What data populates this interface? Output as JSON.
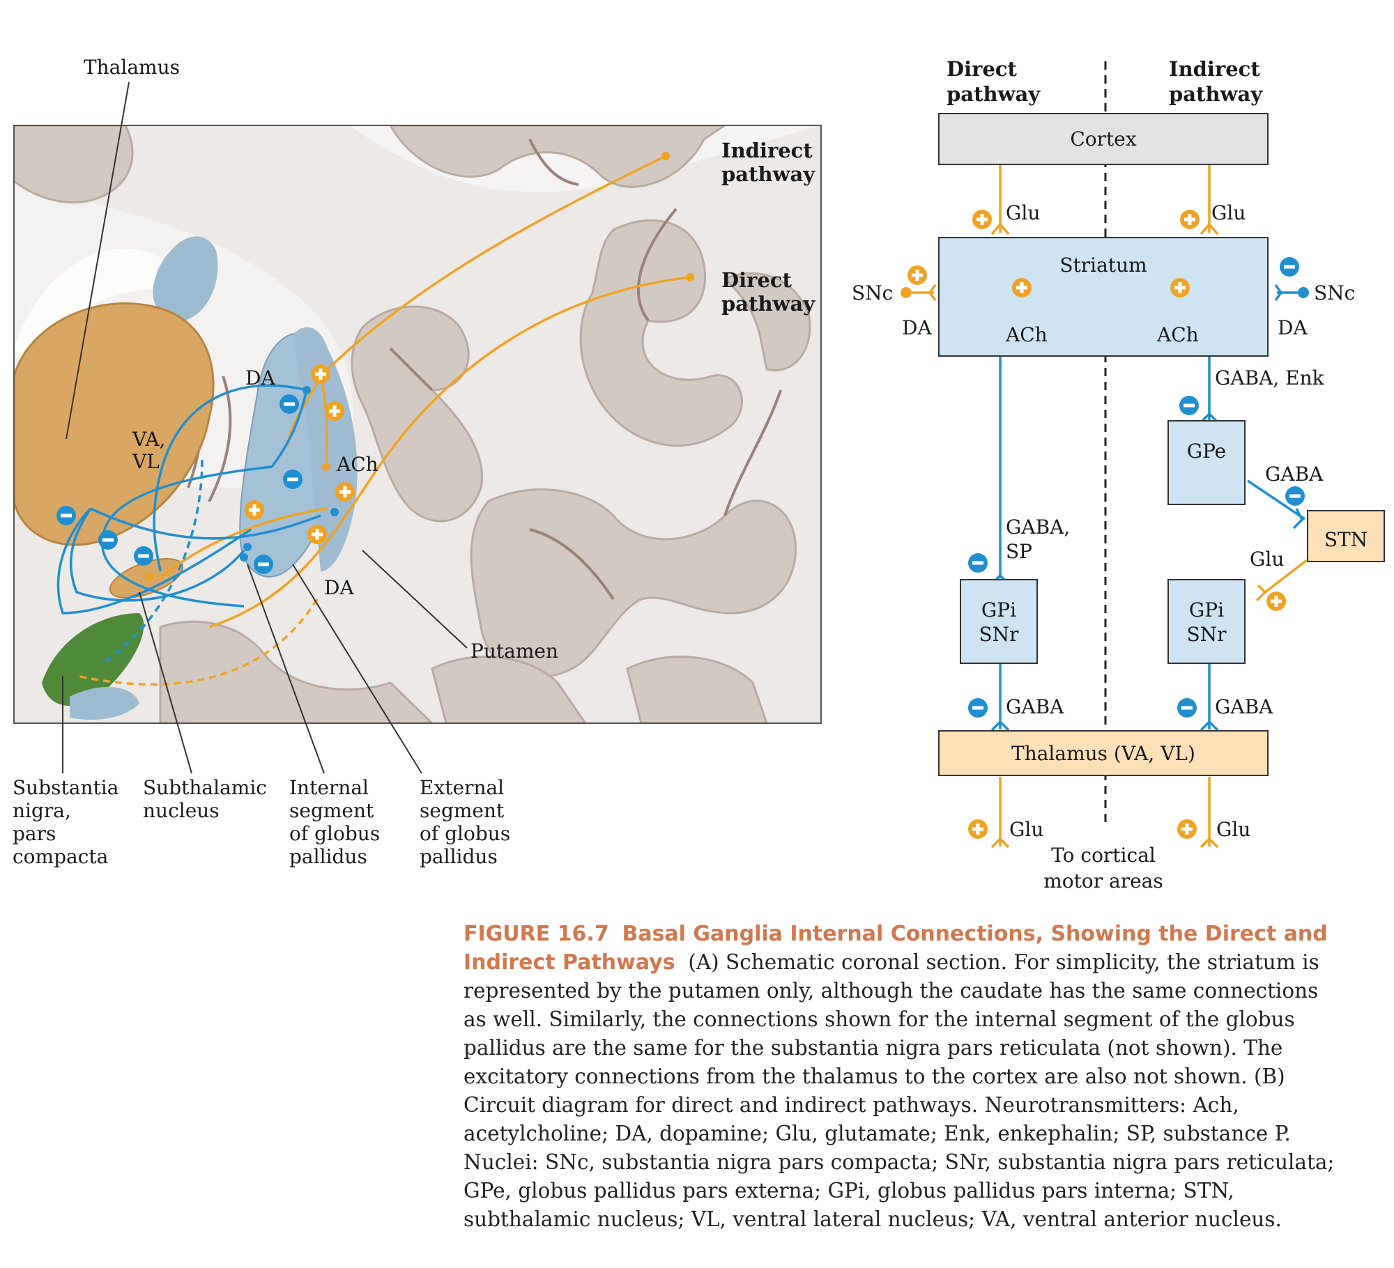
{
  "colors": {
    "direct_blue": "#1f8fd0",
    "excit_orange": "#f0a323",
    "box_blue": "#cfe4f3",
    "box_gray": "#e3e3e3",
    "box_tan": "#fbe0b8",
    "caption_accent": "#d0784e"
  },
  "panel_a": {
    "labels": {
      "thalamus": "Thalamus",
      "indirect_pathway_1": "Indirect",
      "indirect_pathway_2": "pathway",
      "direct_pathway_1": "Direct",
      "direct_pathway_2": "pathway",
      "va": "VA,",
      "vl": "VL",
      "da_top": "DA",
      "ach": "ACh",
      "da_bottom": "DA",
      "putamen": "Putamen"
    },
    "bottom_labels": {
      "sn": [
        "Substantia",
        "nigra,",
        "pars",
        "compacta"
      ],
      "stn": [
        "Subthalamic",
        "nucleus"
      ],
      "gpi": [
        "Internal",
        "segment",
        "of globus",
        "pallidus"
      ],
      "gpe": [
        "External",
        "segment",
        "of globus",
        "pallidus"
      ]
    }
  },
  "panel_b": {
    "headers": {
      "direct_1": "Direct",
      "direct_2": "pathway",
      "indirect_1": "Indirect",
      "indirect_2": "pathway"
    },
    "boxes": {
      "cortex": "Cortex",
      "striatum": "Striatum",
      "gpe": "GPe",
      "stn": "STN",
      "gpi_direct_1": "GPi",
      "gpi_direct_2": "SNr",
      "gpi_indirect_1": "GPi",
      "gpi_indirect_2": "SNr",
      "thalamus": "Thalamus (VA, VL)"
    },
    "labels": {
      "glu_left": "Glu",
      "glu_right": "Glu",
      "snc_left": "SNc",
      "snc_right": "SNc",
      "da_left": "DA",
      "da_right": "DA",
      "ach_left": "ACh",
      "ach_right": "ACh",
      "gaba_enk": "GABA, Enk",
      "gaba_stn": "GABA",
      "gaba_sp_1": "GABA,",
      "gaba_sp_2": "SP",
      "glu_stn": "Glu",
      "gaba_out_left": "GABA",
      "gaba_out_right": "GABA",
      "glu_out_left": "Glu",
      "glu_out_right": "Glu",
      "to_cortical_1": "To cortical",
      "to_cortical_2": "motor areas"
    }
  },
  "caption": {
    "figure_number": "FIGURE 16.7",
    "title": "Basal Ganglia Internal Connections, Showing the Direct and Indirect Pathways",
    "body": "(A) Schematic coronal section. For simplicity, the striatum is represented by the putamen only, although the caudate has the same connections as well. Similarly, the connections shown for the internal segment of the globus pallidus are the same for the substantia nigra pars reticulata (not shown). The excitatory connections from the thalamus to the cortex are also not shown. (B) Circuit diagram for direct and indirect pathways. Neurotransmitters: Ach, acetylcholine; DA, dopamine; Glu, glutamate; Enk, enkephalin; SP, substance P. Nuclei: SNc, substantia nigra pars compacta; SNr, substantia nigra pars reticulata; GPe, globus pallidus pars externa; GPi, globus pallidus pars interna; STN, subthalamic nucleus; VL, ventral lateral nucleus; VA, ventral anterior nucleus."
  }
}
